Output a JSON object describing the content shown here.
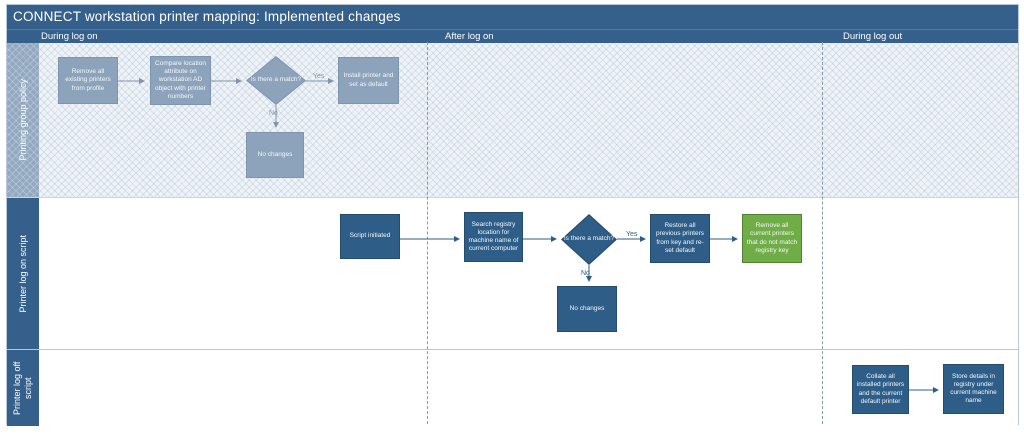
{
  "title": "CONNECT workstation printer mapping: Implemented changes",
  "columns": [
    {
      "label": "During log on"
    },
    {
      "label": "After log on"
    },
    {
      "label": "During log out"
    }
  ],
  "lanes": [
    {
      "label": "Printing group policy"
    },
    {
      "label": "Printer log on script"
    },
    {
      "label": "Printer log off script"
    }
  ],
  "nodes": {
    "l1_remove": {
      "text": "Remove all existing printers from profile"
    },
    "l1_compare": {
      "text": "Compare location attribute on workstation AD object with printer numbers"
    },
    "l1_match": {
      "text": "Is there a match?"
    },
    "l1_install": {
      "text": "Install printer and set as default"
    },
    "l1_nochanges": {
      "text": "No changes"
    },
    "l2_script": {
      "text": "Script initiated"
    },
    "l2_search": {
      "text": "Search registry location for machine name of current computer"
    },
    "l2_match": {
      "text": "Is there a match?"
    },
    "l2_restore": {
      "text": "Restore all previous printers from key and re-set default"
    },
    "l2_remove": {
      "text": "Remove all current printers that do not match registry key"
    },
    "l2_nochanges": {
      "text": "No changes"
    },
    "l3_collate": {
      "text": "Collate all installed printers and the current default printer"
    },
    "l3_store": {
      "text": "Store details in registry under current machine name"
    }
  },
  "connector_labels": {
    "yes": "Yes",
    "no": "No"
  },
  "colors": {
    "header_blue": "#35608b",
    "lane1_node_fill": "#8ca3bb",
    "lane1_node_border": "#7d96b0",
    "dark_node_fill": "#2e5e88",
    "dark_node_border": "#254c6e",
    "green_node_fill": "#70ad47",
    "green_node_border": "#538135",
    "connector_gray": "#8296ab",
    "connector_blue": "#2e5e88",
    "lane1_background": "#eff3f8"
  }
}
